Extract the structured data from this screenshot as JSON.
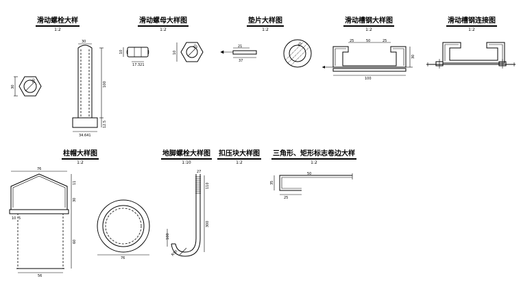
{
  "details": [
    {
      "title": "滑动螺栓大样",
      "scale": "1:2"
    },
    {
      "title": "滑动螺母大样图",
      "scale": "1:2"
    },
    {
      "title": "垫片大样图",
      "scale": "1:2"
    },
    {
      "title": "滑动槽钢大样图",
      "scale": "1:2"
    },
    {
      "title": "滑动槽钢连接图",
      "scale": "1:2"
    },
    {
      "title": "柱帽大样图",
      "scale": "1:2"
    },
    {
      "title": "地脚螺栓大样图",
      "scale": "1:10"
    },
    {
      "title": "扣压块大样图",
      "scale": "1:2"
    },
    {
      "title": "三角形、矩形标志卷边大样",
      "scale": "1:2"
    }
  ],
  "dims": {
    "bolt_head_height": "30",
    "bolt_hex_size": "20",
    "bolt_top_width": "30",
    "bolt_length": "100",
    "bolt_base_width": "34.641",
    "bolt_base_height": "12.5",
    "nut_side_height": "10",
    "nut_side_width": "17.321",
    "nut_top_size": "10",
    "nut_hex": "20",
    "washer_inner": "21",
    "washer_outer": "37",
    "washer_dia": "40",
    "channel_a": "25",
    "channel_b": "50",
    "channel_c": "25",
    "channel_height": "30",
    "channel_width": "100",
    "cap_width": "76",
    "cap_top_height": "11",
    "cap_mid_height": "30",
    "cap_body_height": "60",
    "cap_base_width": "56",
    "cap_left_a": "10",
    "cap_left_b": "5",
    "cap_circle_dia": "76",
    "anchor_top": "27",
    "anchor_thread": "110",
    "anchor_length": "300",
    "anchor_hook": "100",
    "anchor_radius": "R50",
    "fold_height": "35",
    "fold_width": "25",
    "fold_top": "50"
  }
}
